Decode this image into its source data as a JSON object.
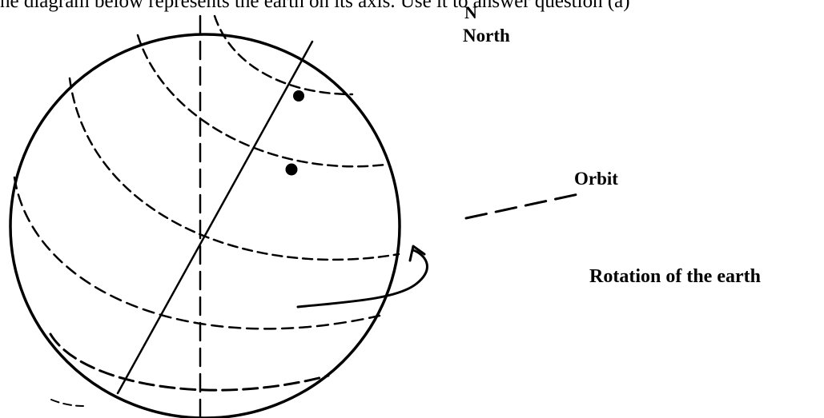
{
  "caption": "he diagram below represents the earth on its axis. Use it to answer question (a)",
  "labels": {
    "north_letter": "N",
    "north": "North",
    "orbit": "Orbit",
    "rotation": "Rotation of the earth"
  },
  "colors": {
    "ink": "#000000",
    "background": "#ffffff"
  }
}
